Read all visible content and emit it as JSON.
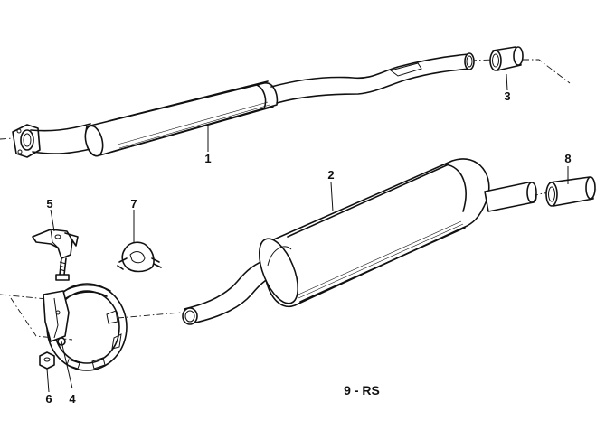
{
  "callouts": {
    "p1": "1",
    "p2": "2",
    "p3": "3",
    "p4": "4",
    "p5": "5",
    "p6": "6",
    "p7": "7",
    "p8": "8"
  },
  "diagram_code": "9 - RS"
}
